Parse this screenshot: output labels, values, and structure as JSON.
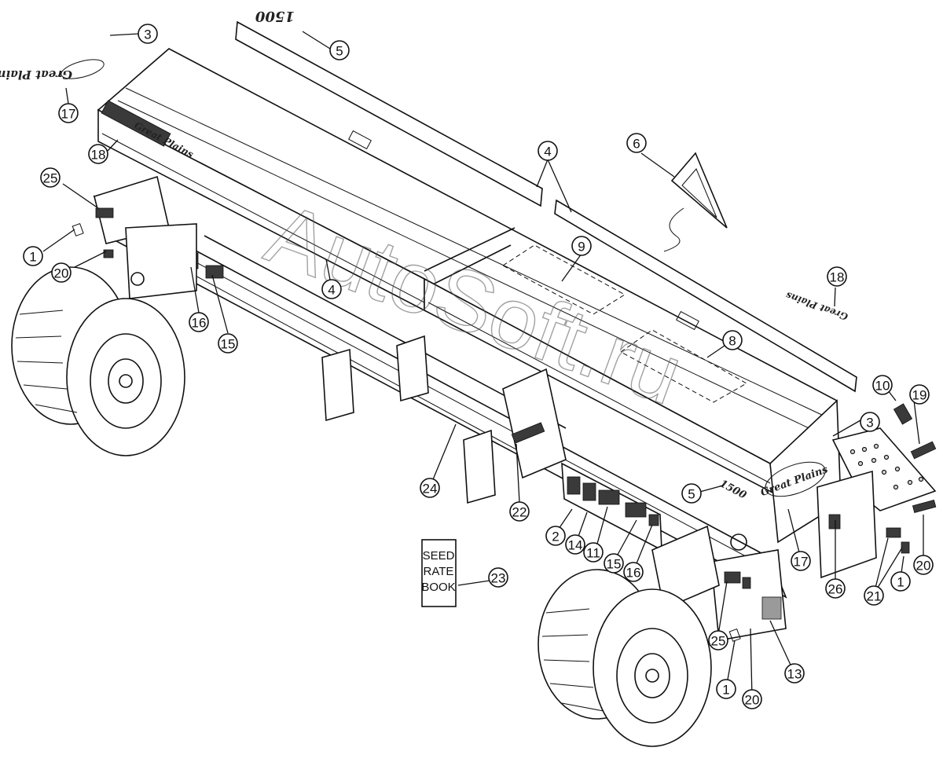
{
  "watermark": "AutoSoft.ru",
  "seed_rate_book": {
    "line1": "SEED",
    "line2": "RATE",
    "line3": "BOOK"
  },
  "brand_script": "Great Plains",
  "model_number": "1500",
  "callouts": [
    {
      "label": "3"
    },
    {
      "label": "5"
    },
    {
      "label": "17"
    },
    {
      "label": "18"
    },
    {
      "label": "25"
    },
    {
      "label": "1"
    },
    {
      "label": "20"
    },
    {
      "label": "16"
    },
    {
      "label": "15"
    },
    {
      "label": "4"
    },
    {
      "label": "4"
    },
    {
      "label": "6"
    },
    {
      "label": "9"
    },
    {
      "label": "18"
    },
    {
      "label": "8"
    },
    {
      "label": "10"
    },
    {
      "label": "19"
    },
    {
      "label": "3"
    },
    {
      "label": "24"
    },
    {
      "label": "22"
    },
    {
      "label": "5"
    },
    {
      "label": "2"
    },
    {
      "label": "14"
    },
    {
      "label": "11"
    },
    {
      "label": "15"
    },
    {
      "label": "16"
    },
    {
      "label": "17"
    },
    {
      "label": "26"
    },
    {
      "label": "21"
    },
    {
      "label": "1"
    },
    {
      "label": "20"
    },
    {
      "label": "23"
    },
    {
      "label": "25"
    },
    {
      "label": "13"
    },
    {
      "label": "1"
    },
    {
      "label": "20"
    }
  ]
}
